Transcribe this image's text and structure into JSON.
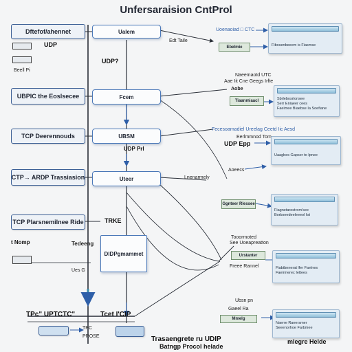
{
  "title": "Unfersaraision CntProl",
  "left_boxes": [
    "Dftefof/ahennet",
    "UBPIC the Eoslsecee",
    "TCP Deerennouds",
    "CTP→ ARDP Trassiasion",
    "TCP Plarsnemilnee Ride"
  ],
  "left_labels": {
    "udp": "UDP",
    "beel": "Beell Pi",
    "nomp": "t Nomp",
    "ues": "Ues G",
    "bottom": "TPc\" UPTCTC\"",
    "bottom_label": "TPC",
    "bottom_sub": "PROSE"
  },
  "center_boxes": [
    "Ualem",
    "Fcem",
    "UBSM",
    "Uteer",
    "DIDPgmammet"
  ],
  "center_labels": {
    "udp": "UDP?",
    "udpprl": "UDP Prl",
    "trke": "TRKE",
    "tedg": "Tedeeng",
    "tcet": "Tcet I'CIP",
    "edt": "Edt Taile",
    "lnenarmely": "Lnenarmely"
  },
  "right_labels": {
    "row1": "Uoenaoiad □ CTC",
    "row1b": "Ebelmie",
    "row2": "Naeemaotd UTC",
    "row2b": "Aae Iit Cne Geegs Irfte",
    "row2c": "Tiaanmiaacl",
    "row2d": "Aobe",
    "row3": "Fecesoamadiel Ureelag Ceetd Iic Aesd",
    "row3b": "Eerlmmnod Tom",
    "row3c": "UDP Epp",
    "row4": "Aoeecs",
    "row5": "Ggnteer Rlessee",
    "row6a": "Tooormoted",
    "row6b": "See Uoeapreatton",
    "row6c": "Freee Rannel",
    "row6d": "Urstanter",
    "row7": "Ubsn pn",
    "row7b": "Gaeel Ra",
    "row7c": "Mmelg"
  },
  "right_panels": [
    "Fibosenbeeem is Fiasmse",
    "Sbrlebosrtonsee\nSerr Eniaeer cees\nFaeimee Biaebse Ia Soefiane",
    "Uaagbes Gapser to Ipnee",
    "Fiagnetarestrom'see\nBorbseedeeleeeol Iot",
    "Fiabtbnnerat lfer Faelnes\nFaeirmerec Iettees",
    "Naerre Raeersmer\nSeeenorhoe Farbmee"
  ],
  "bottom_caption": {
    "line1": "Trasaengrete ru UDIP",
    "line2": "Batngp Procol helade",
    "right": "mlegre Helde"
  },
  "colors": {
    "accent": "#4a78b8",
    "line": "#2a2f38",
    "teal": "#3a8aa8"
  }
}
